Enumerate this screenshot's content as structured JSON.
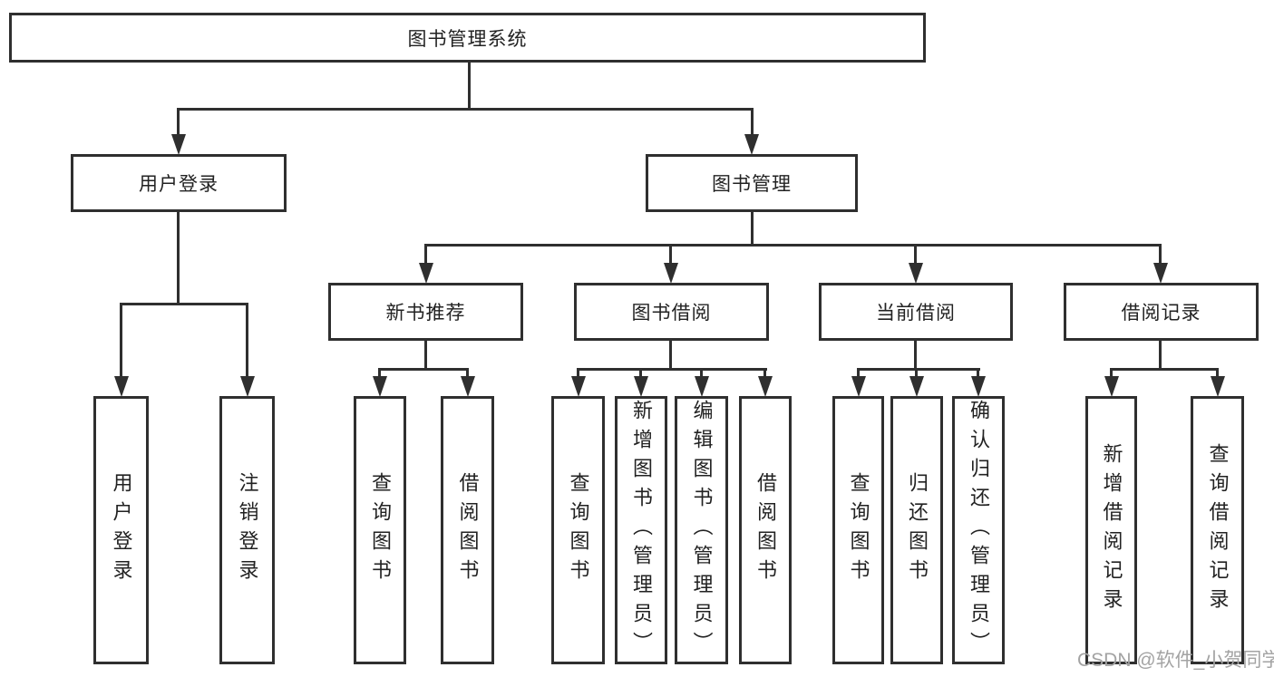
{
  "tree": {
    "label": "图书管理系统",
    "children": [
      {
        "label": "用户登录",
        "children": [
          {
            "label": "用户登录"
          },
          {
            "label": "注销登录"
          }
        ]
      },
      {
        "label": "图书管理",
        "children": [
          {
            "label": "新书推荐",
            "children": [
              {
                "label": "查询图书"
              },
              {
                "label": "借阅图书"
              }
            ]
          },
          {
            "label": "图书借阅",
            "children": [
              {
                "label": "查询图书"
              },
              {
                "label": "新增图书（管理员）"
              },
              {
                "label": "编辑图书（管理员）"
              },
              {
                "label": "借阅图书"
              }
            ]
          },
          {
            "label": "当前借阅",
            "children": [
              {
                "label": "查询图书"
              },
              {
                "label": "归还图书"
              },
              {
                "label": "确认归还（管理员）"
              }
            ]
          },
          {
            "label": "借阅记录",
            "children": [
              {
                "label": "新增借阅记录"
              },
              {
                "label": "查询借阅记录"
              }
            ]
          }
        ]
      }
    ]
  },
  "watermark": {
    "text": "CSDN @软件_小贺同学"
  },
  "colors": {
    "line": "#2f2f2f",
    "text": "#222222",
    "watermark": "#a3a3a3"
  }
}
